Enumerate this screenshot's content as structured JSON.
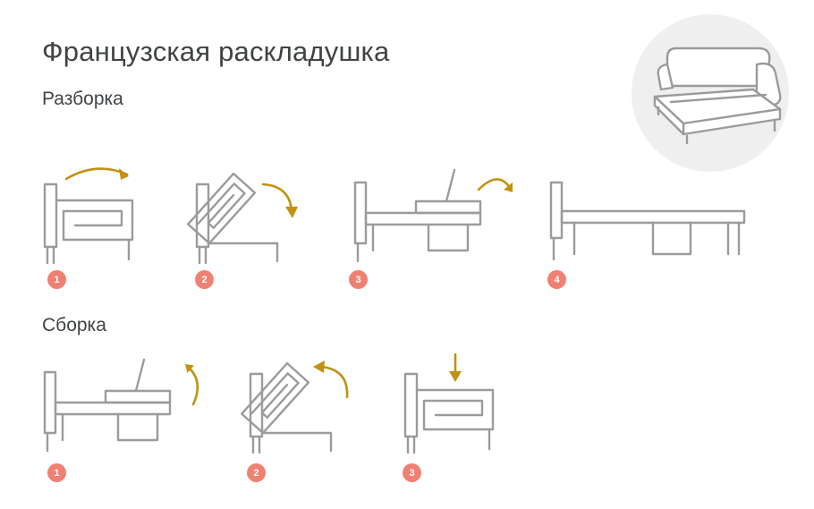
{
  "page": {
    "title": "Французская раскладушка",
    "sections": {
      "disassembly": "Разборка",
      "assembly": "Сборка"
    }
  },
  "hero": {
    "icon": "sofa-bed-line-icon"
  },
  "disassembly": {
    "steps": [
      {
        "number": "1",
        "icon": "folded-mechanism-with-cw-arrow"
      },
      {
        "number": "2",
        "icon": "half-unfolded-mechanism-with-cw-arrow"
      },
      {
        "number": "3",
        "icon": "unfolded-platform-flap-with-cw-arrow"
      },
      {
        "number": "4",
        "icon": "fully-unfolded-platform"
      }
    ]
  },
  "assembly": {
    "steps": [
      {
        "number": "1",
        "icon": "unfolded-platform-flap-with-up-arrow"
      },
      {
        "number": "2",
        "icon": "half-unfolded-mechanism-with-ccw-arrow"
      },
      {
        "number": "3",
        "icon": "folded-mechanism-with-down-arrow"
      }
    ]
  },
  "colors": {
    "badge": "#ef8173",
    "badge_text": "#ffffff",
    "arrow": "#c29110",
    "line": "#9b9b9b",
    "title_text": "#3f4345",
    "hero_circle_bg": "#efefef",
    "background": "#ffffff"
  }
}
